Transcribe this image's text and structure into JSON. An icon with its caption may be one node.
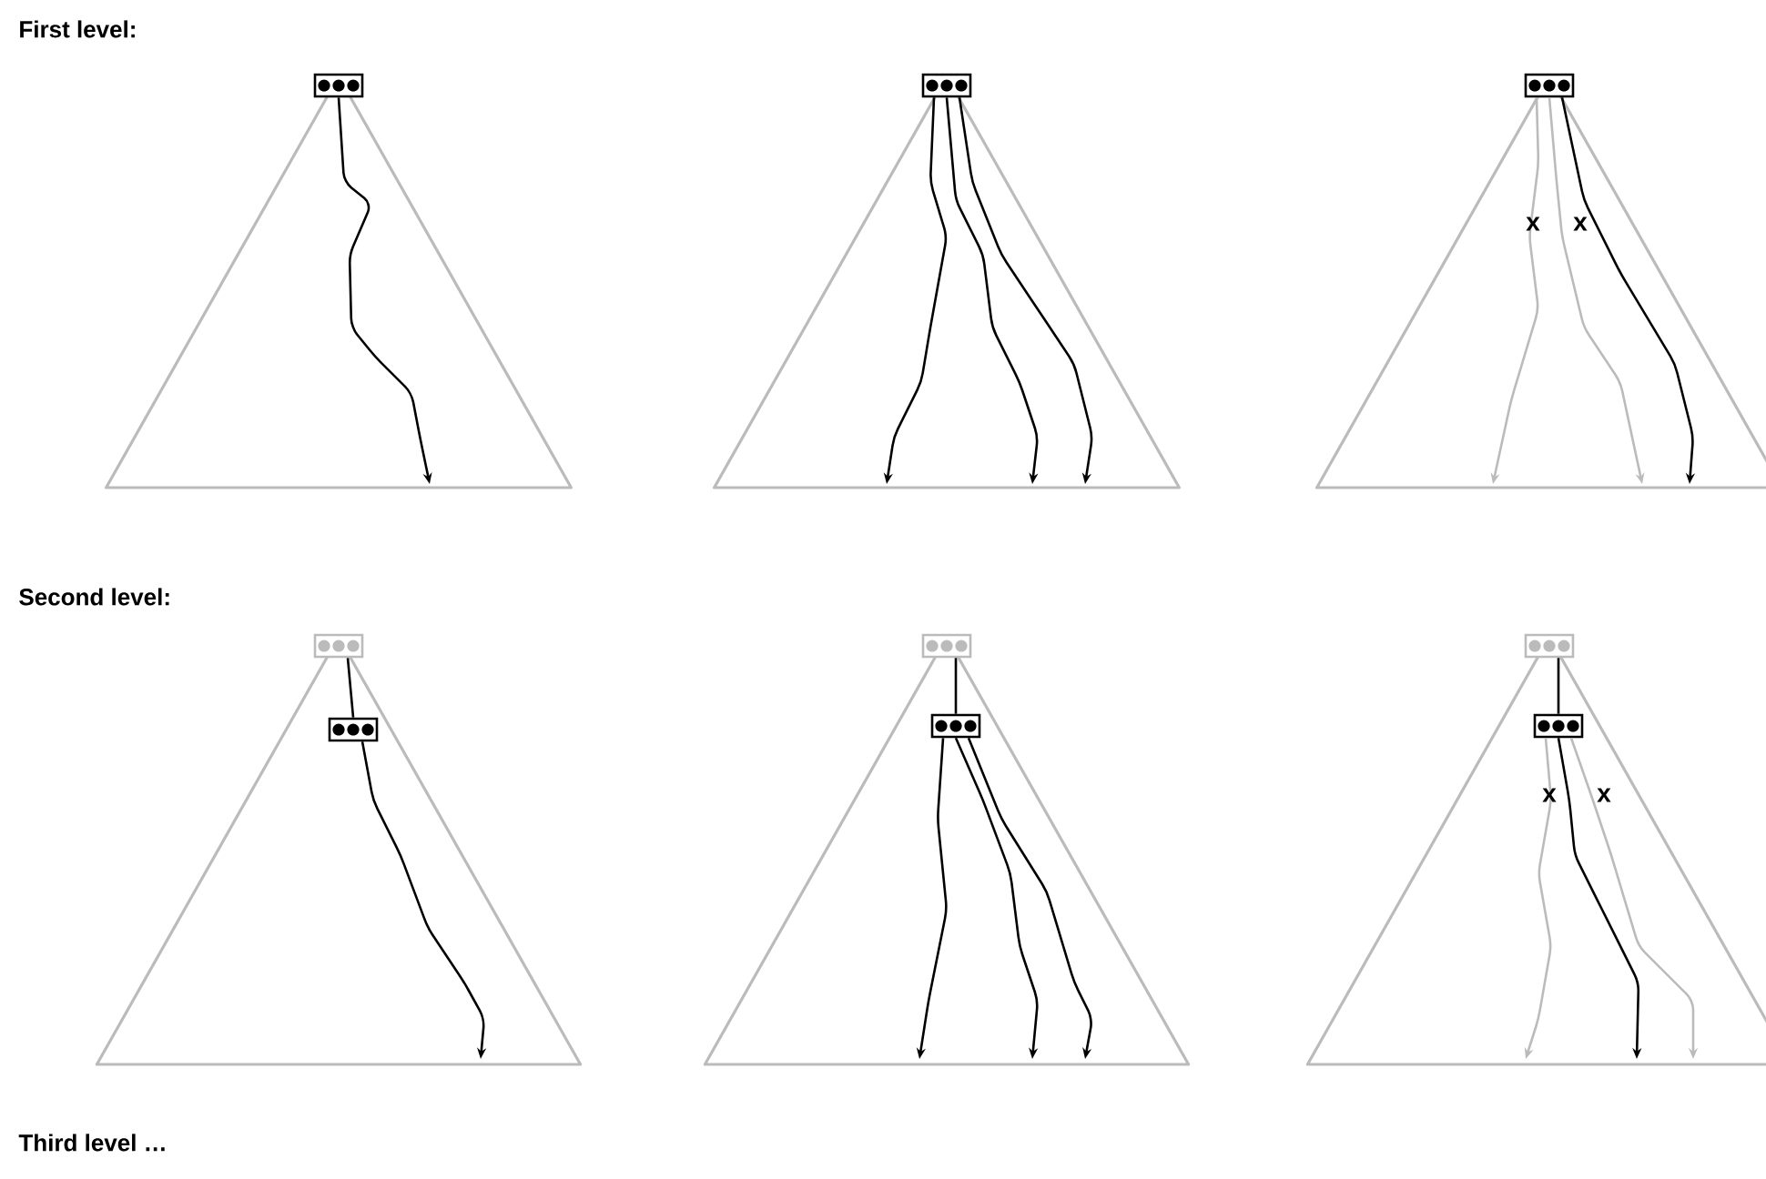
{
  "diagram": {
    "nodes": [
      {
        "text": [],
        "shape": "box"
      },
      {
        "text": [],
        "shape": "box"
      },
      {
        "text": [],
        "shape": "box"
      },
      {
        "text": [],
        "shape": "box"
      },
      {
        "text": [],
        "shape": "box"
      },
      {
        "text": [],
        "shape": "box"
      },
      {
        "text": [],
        "shape": "box"
      },
      {
        "text": [],
        "shape": "box"
      },
      {
        "text": [],
        "shape": "box"
      }
    ],
    "edges": [
      {
        "from": 0,
        "to": null,
        "arrow": "to"
      },
      {
        "from": 1,
        "to": null,
        "arrow": "to"
      },
      {
        "from": 1,
        "to": null,
        "arrow": "to"
      },
      {
        "from": 1,
        "to": null,
        "arrow": "to"
      },
      {
        "from": 2,
        "to": null,
        "arrow": "to",
        "color": "#bbbbbb"
      },
      {
        "from": 2,
        "to": null,
        "arrow": "to",
        "color": "#bbbbbb"
      },
      {
        "from": 2,
        "to": null,
        "arrow": "to"
      },
      {
        "from": 3,
        "to": 4,
        "arrow": "none"
      },
      {
        "from": 4,
        "to": null,
        "arrow": "to"
      },
      {
        "from": 5,
        "to": 6,
        "arrow": "none"
      },
      {
        "from": 6,
        "to": null,
        "arrow": "to"
      },
      {
        "from": 6,
        "to": null,
        "arrow": "to"
      },
      {
        "from": 6,
        "to": null,
        "arrow": "to"
      },
      {
        "from": 7,
        "to": 8,
        "arrow": "none"
      },
      {
        "from": 8,
        "to": null,
        "arrow": "to",
        "color": "#bbbbbb"
      },
      {
        "from": 8,
        "to": null,
        "arrow": "to"
      },
      {
        "from": 8,
        "to": null,
        "arrow": "to",
        "color": "#bbbbbb"
      }
    ],
    "labels": [
      "First level:",
      "x",
      "x",
      "Second level:",
      "x",
      "x",
      "Third level …"
    ]
  }
}
